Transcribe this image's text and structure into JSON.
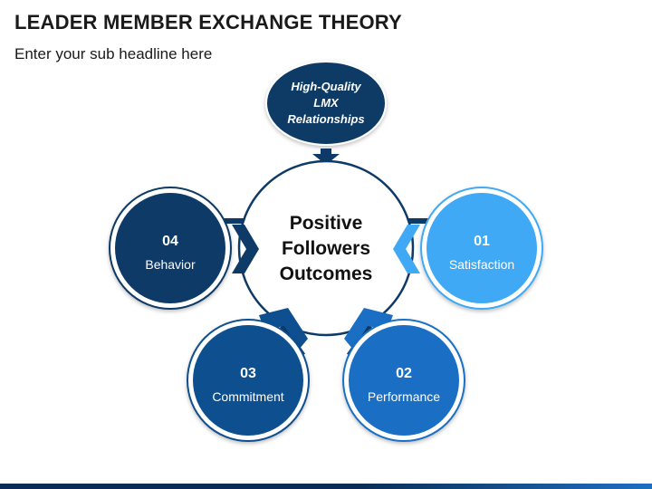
{
  "header": {
    "title": "LEADER MEMBER EXCHANGE THEORY",
    "subtitle": "Enter your sub headline here"
  },
  "top_node": {
    "lines": [
      "High-Quality",
      "LMX",
      "Relationships"
    ],
    "color": "#0d3a66"
  },
  "center": {
    "lines": [
      "Positive",
      "Followers",
      "Outcomes"
    ]
  },
  "nodes": [
    {
      "number": "01",
      "label": "Satisfaction",
      "color": "#3fa9f5"
    },
    {
      "number": "02",
      "label": "Performance",
      "color": "#1a6fc4"
    },
    {
      "number": "03",
      "label": "Commitment",
      "color": "#0d4f8f"
    },
    {
      "number": "04",
      "label": "Behavior",
      "color": "#0d3a66"
    }
  ]
}
